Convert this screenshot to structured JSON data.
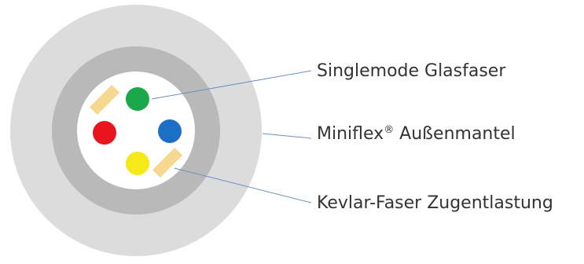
{
  "diagram": {
    "labels": {
      "singlemode": "Singlemode Glasfaser",
      "mantel_name": "Miniflex",
      "mantel_mark": "®",
      "mantel_rest": " Außenmantel",
      "kevlar": "Kevlar-Faser Zugentlastung"
    },
    "colors": {
      "outer_jacket": "#dcdcdc",
      "inner_ring": "#b9b9b9",
      "core": "#ffffff",
      "fiber_green": "#1aa84a",
      "fiber_red": "#e8141e",
      "fiber_blue": "#1c6fc4",
      "fiber_yellow": "#f5e91a",
      "kevlar": "#f6d890",
      "leader_line": "#6d8ec6",
      "text": "#333333"
    }
  }
}
